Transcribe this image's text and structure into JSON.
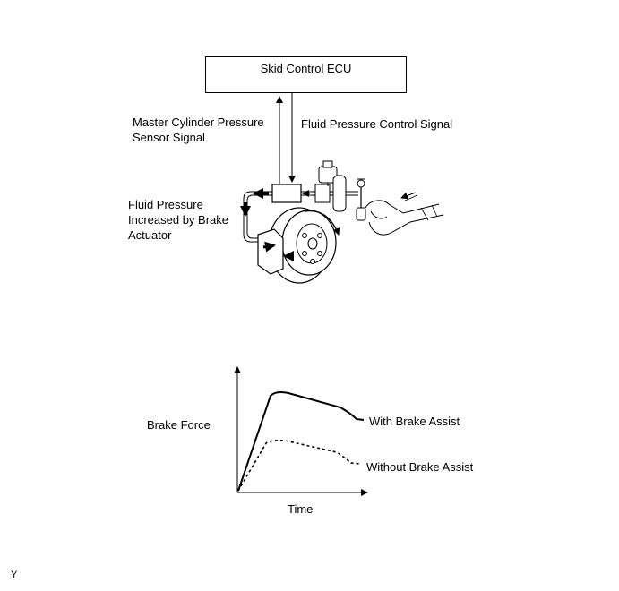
{
  "diagram": {
    "ecu": {
      "label": "Skid Control ECU"
    },
    "signals": {
      "master_cylinder_line1": "Master Cylinder Pressure",
      "master_cylinder_line2": "Sensor Signal",
      "fluid_control": "Fluid Pressure Control Signal"
    },
    "fluid_pressure": {
      "line1": "Fluid Pressure",
      "line2": "Increased by Brake",
      "line3": "Actuator"
    }
  },
  "graph": {
    "ylabel": "Brake Force",
    "xlabel": "Time",
    "with_label": "With Brake Assist",
    "without_label": "Without Brake Assist"
  },
  "footer": {
    "code": "Y"
  },
  "colors": {
    "ink": "#000000",
    "background": "#ffffff"
  }
}
